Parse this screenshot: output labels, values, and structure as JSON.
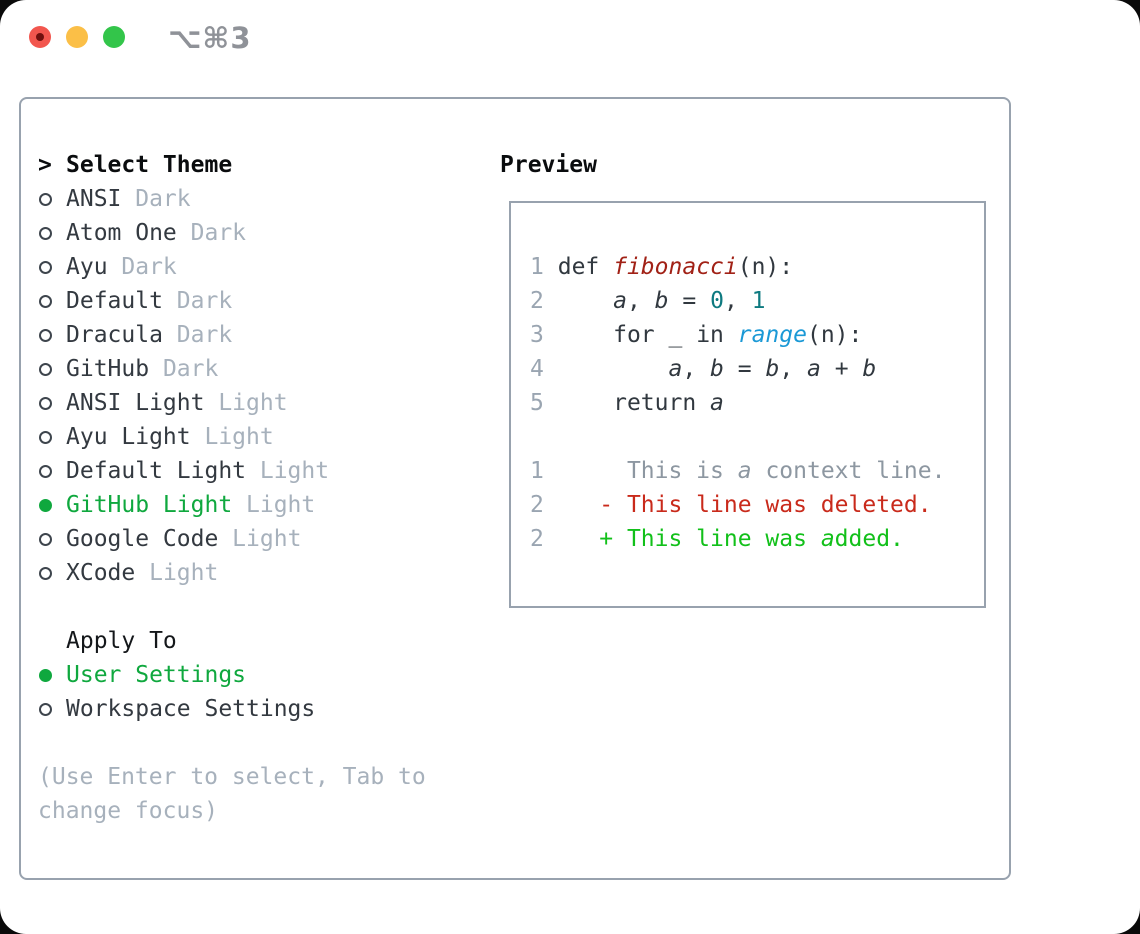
{
  "titlebar": {
    "shortcut": "⌥⌘3",
    "buttons": [
      "close",
      "minimize",
      "zoom"
    ]
  },
  "theme_panel": {
    "prompt": ">",
    "header": "Select Theme",
    "themes": [
      {
        "name": "ANSI",
        "tag": "Dark",
        "selected": false
      },
      {
        "name": "Atom One",
        "tag": "Dark",
        "selected": false
      },
      {
        "name": "Ayu",
        "tag": "Dark",
        "selected": false
      },
      {
        "name": "Default",
        "tag": "Dark",
        "selected": false
      },
      {
        "name": "Dracula",
        "tag": "Dark",
        "selected": false
      },
      {
        "name": "GitHub",
        "tag": "Dark",
        "selected": false
      },
      {
        "name": "ANSI Light",
        "tag": "Light",
        "selected": false
      },
      {
        "name": "Ayu Light",
        "tag": "Light",
        "selected": false
      },
      {
        "name": "Default Light",
        "tag": "Light",
        "selected": false
      },
      {
        "name": "GitHub Light",
        "tag": "Light",
        "selected": true
      },
      {
        "name": "Google Code",
        "tag": "Light",
        "selected": false
      },
      {
        "name": "XCode",
        "tag": "Light",
        "selected": false
      }
    ],
    "apply_header": "Apply To",
    "apply_options": [
      {
        "label": "User Settings",
        "selected": true
      },
      {
        "label": "Workspace Settings",
        "selected": false
      }
    ],
    "help": "(Use Enter to select, Tab to change focus)"
  },
  "preview": {
    "title": "Preview",
    "lines": [
      {
        "num": "1",
        "tokens": [
          [
            " ",
            "p"
          ],
          [
            "def ",
            "k"
          ],
          [
            "fibonacci",
            "fn"
          ],
          [
            "(n):",
            "p"
          ]
        ]
      },
      {
        "num": "2",
        "tokens": [
          [
            "     ",
            "p"
          ],
          [
            "a",
            "v"
          ],
          [
            ", ",
            "p"
          ],
          [
            "b",
            "v"
          ],
          [
            " = ",
            "p"
          ],
          [
            "0",
            "lit"
          ],
          [
            ", ",
            "p"
          ],
          [
            "1",
            "lit"
          ]
        ]
      },
      {
        "num": "3",
        "tokens": [
          [
            "     ",
            "p"
          ],
          [
            "for _ in ",
            "k"
          ],
          [
            "range",
            "bi"
          ],
          [
            "(n):",
            "p"
          ]
        ]
      },
      {
        "num": "4",
        "tokens": [
          [
            "         ",
            "p"
          ],
          [
            "a",
            "v"
          ],
          [
            ", ",
            "p"
          ],
          [
            "b",
            "v"
          ],
          [
            " = ",
            "p"
          ],
          [
            "b",
            "v"
          ],
          [
            ", ",
            "p"
          ],
          [
            "a",
            "v"
          ],
          [
            " + ",
            "p"
          ],
          [
            "b",
            "v"
          ]
        ]
      },
      {
        "num": "5",
        "tokens": [
          [
            "     ",
            "p"
          ],
          [
            "return ",
            "k"
          ],
          [
            "a",
            "v"
          ]
        ]
      },
      {
        "num": "",
        "tokens": []
      },
      {
        "num": "1",
        "tokens": [
          [
            "      This is ",
            "ctx"
          ],
          [
            "a",
            "ctxi"
          ],
          [
            " context line.",
            "ctx"
          ]
        ]
      },
      {
        "num": "2",
        "tokens": [
          [
            "    - This line was deleted.",
            "del"
          ]
        ]
      },
      {
        "num": "2",
        "tokens": [
          [
            "    + This line was ",
            "add"
          ],
          [
            "a",
            "addi"
          ],
          [
            "dded.",
            "add"
          ]
        ]
      }
    ]
  },
  "colors": {
    "selection_green": "#0fa83e",
    "added_green": "#12c01a",
    "deleted_red": "#c92a1b",
    "function_red": "#a12116",
    "builtin_blue": "#1b99d6",
    "number_teal": "#0e7a80",
    "muted_gray": "#a7b1bc",
    "border_gray": "#98a2ae",
    "traffic_red": "#f2564e",
    "traffic_yellow": "#fbbf47",
    "traffic_green": "#33c54a"
  }
}
